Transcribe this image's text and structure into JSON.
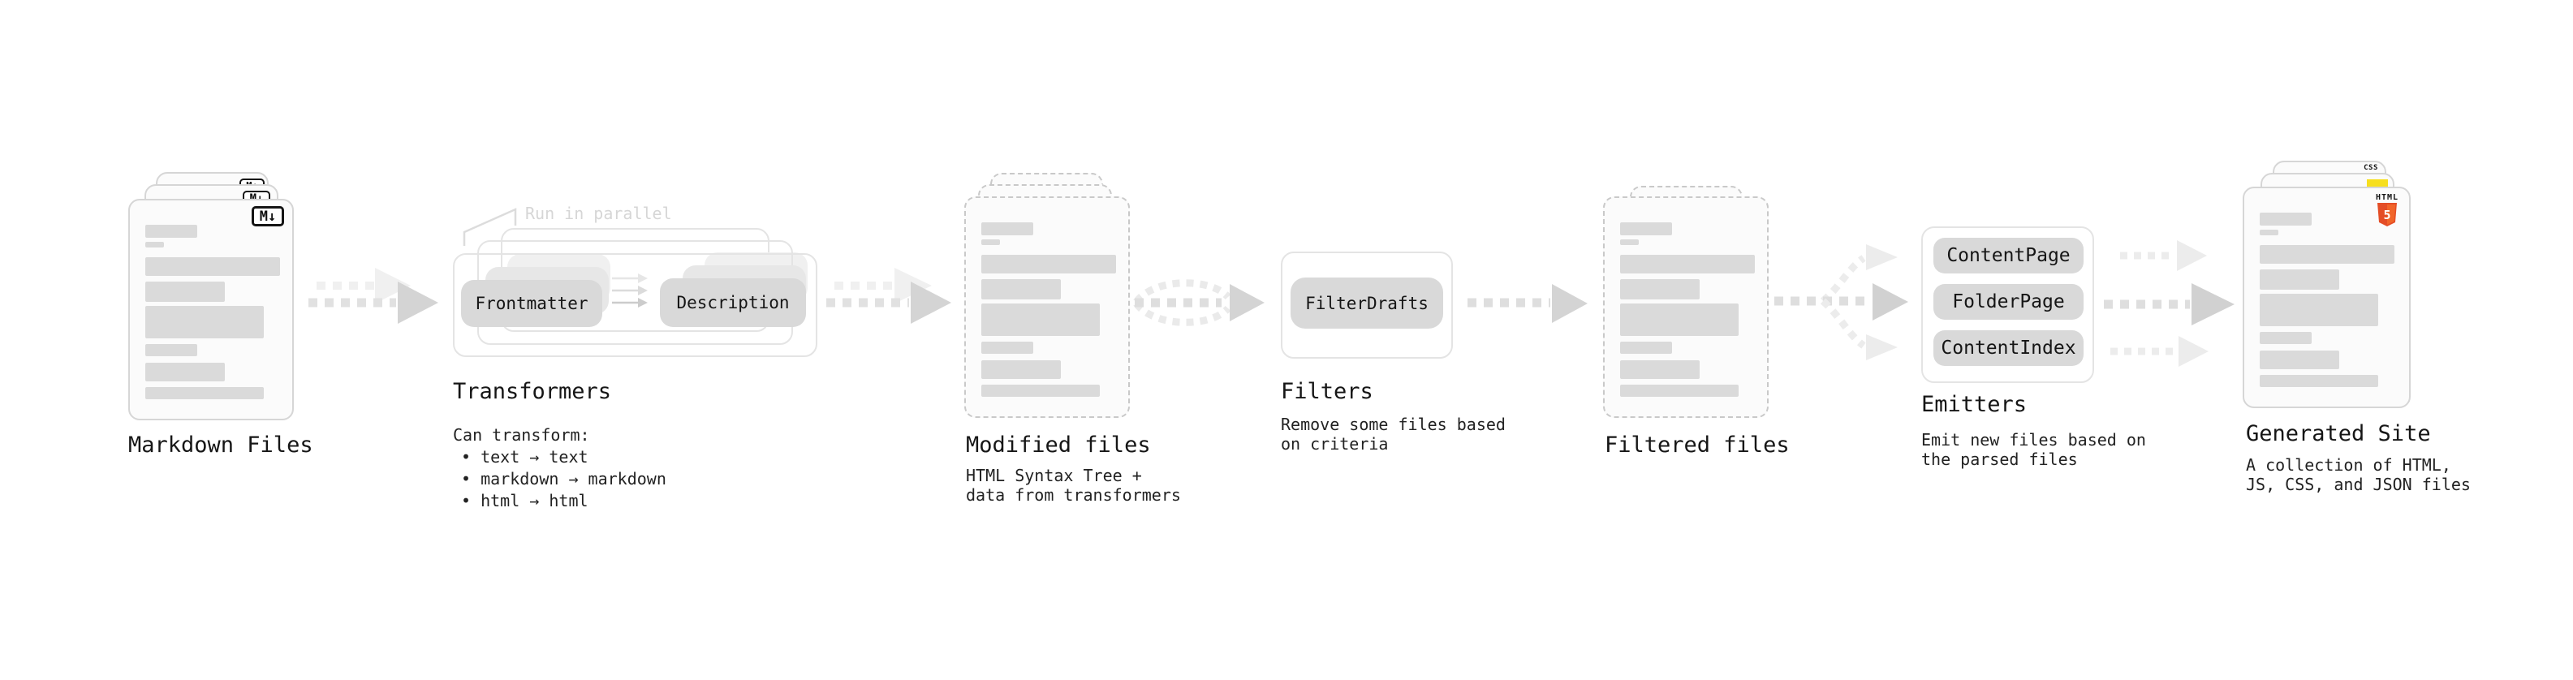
{
  "markdown_files": {
    "title": "Markdown Files",
    "badge": "M↓"
  },
  "transformers": {
    "title": "Transformers",
    "callout": "Run in parallel",
    "pill_frontmatter": "Frontmatter",
    "pill_description": "Description",
    "caption": "Can transform:",
    "bullet_1": "• text → text",
    "bullet_2": "• markdown → markdown",
    "bullet_3": "• html → html"
  },
  "modified_files": {
    "title": "Modified files",
    "caption": "HTML Syntax Tree +\ndata from transformers"
  },
  "filters": {
    "title": "Filters",
    "pill": "FilterDrafts",
    "caption": "Remove some files based\non criteria"
  },
  "filtered_files": {
    "title": "Filtered files"
  },
  "emitters": {
    "title": "Emitters",
    "pill_1": "ContentPage",
    "pill_2": "FolderPage",
    "pill_3": "ContentIndex",
    "caption": "Emit new files based on\nthe parsed files"
  },
  "generated_site": {
    "title": "Generated Site",
    "caption": "A collection of HTML,\nJS, CSS, and JSON files",
    "badge_css": "CSS",
    "badge_html": "HTML",
    "badge_html_number": "5"
  },
  "colors": {
    "html5_orange": "#e44d26",
    "html5_orange_light": "#f16529",
    "css_blue": "#2862e9",
    "js_yellow": "#f7df1e"
  }
}
